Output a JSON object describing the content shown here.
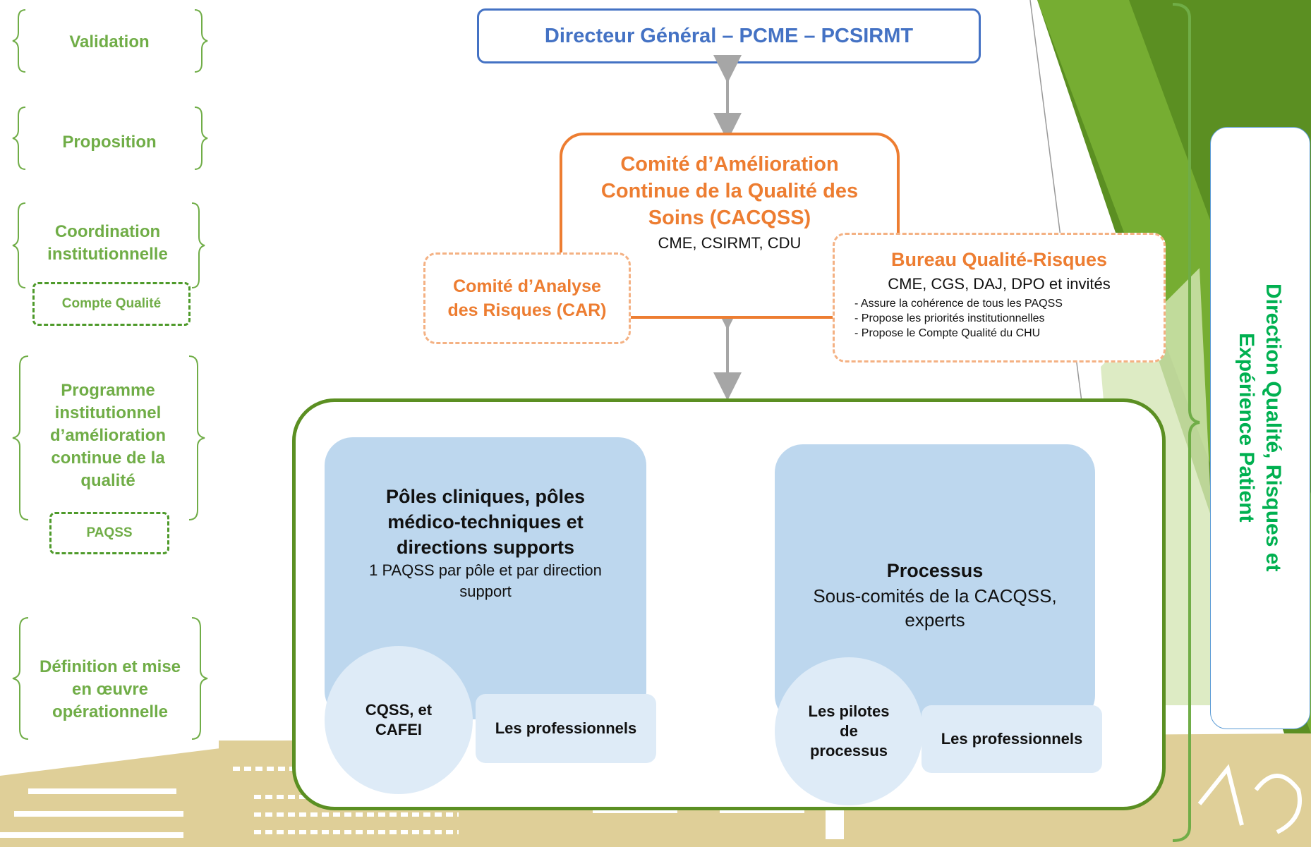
{
  "left_labels": {
    "validation": "Validation",
    "proposition": "Proposition",
    "coordination": "Coordination institutionnelle",
    "compte_qualite": "Compte Qualité",
    "programme": "Programme institutionnel d’amélioration continue de la qualité",
    "paqss": "PAQSS",
    "definition": "Définition et mise en œuvre opérationnelle"
  },
  "top_box": "Directeur Général – PCME – PCSIRMT",
  "cacqss": {
    "title": "Comité d’Amélioration Continue de la Qualité des Soins (CACQSS)",
    "subtitle": "CME, CSIRMT, CDU"
  },
  "car": {
    "title": "Comité d’Analyse des Risques (CAR)"
  },
  "bureau": {
    "title": "Bureau Qualité-Risques",
    "subtitle": "CME, CGS, DAJ, DPO et invités",
    "items": [
      "- Assure la cohérence de tous les PAQSS",
      "- Propose les priorités institutionnelles",
      "- Propose le Compte Qualité du CHU"
    ]
  },
  "poles": {
    "title": "Pôles cliniques, pôles médico-techniques et directions supports",
    "subtitle": "1 PAQSS par pôle et par direction support",
    "circle": "CQSS, et CAFEI",
    "pill": "Les professionnels"
  },
  "processus": {
    "title": "Processus",
    "subtitle": "Sous-comités de la CACQSS, experts",
    "circle": "Les pilotes de processus",
    "pill": "Les professionnels"
  },
  "right_label": "Direction Qualité, Risques et Expérience Patient",
  "colors": {
    "green_text": "#70ad47",
    "dark_green": "#5b8f22",
    "orange": "#ed7d31",
    "blue": "#4472c4",
    "light_blue": "#bdd7ee",
    "sand": "#dfcf98"
  }
}
